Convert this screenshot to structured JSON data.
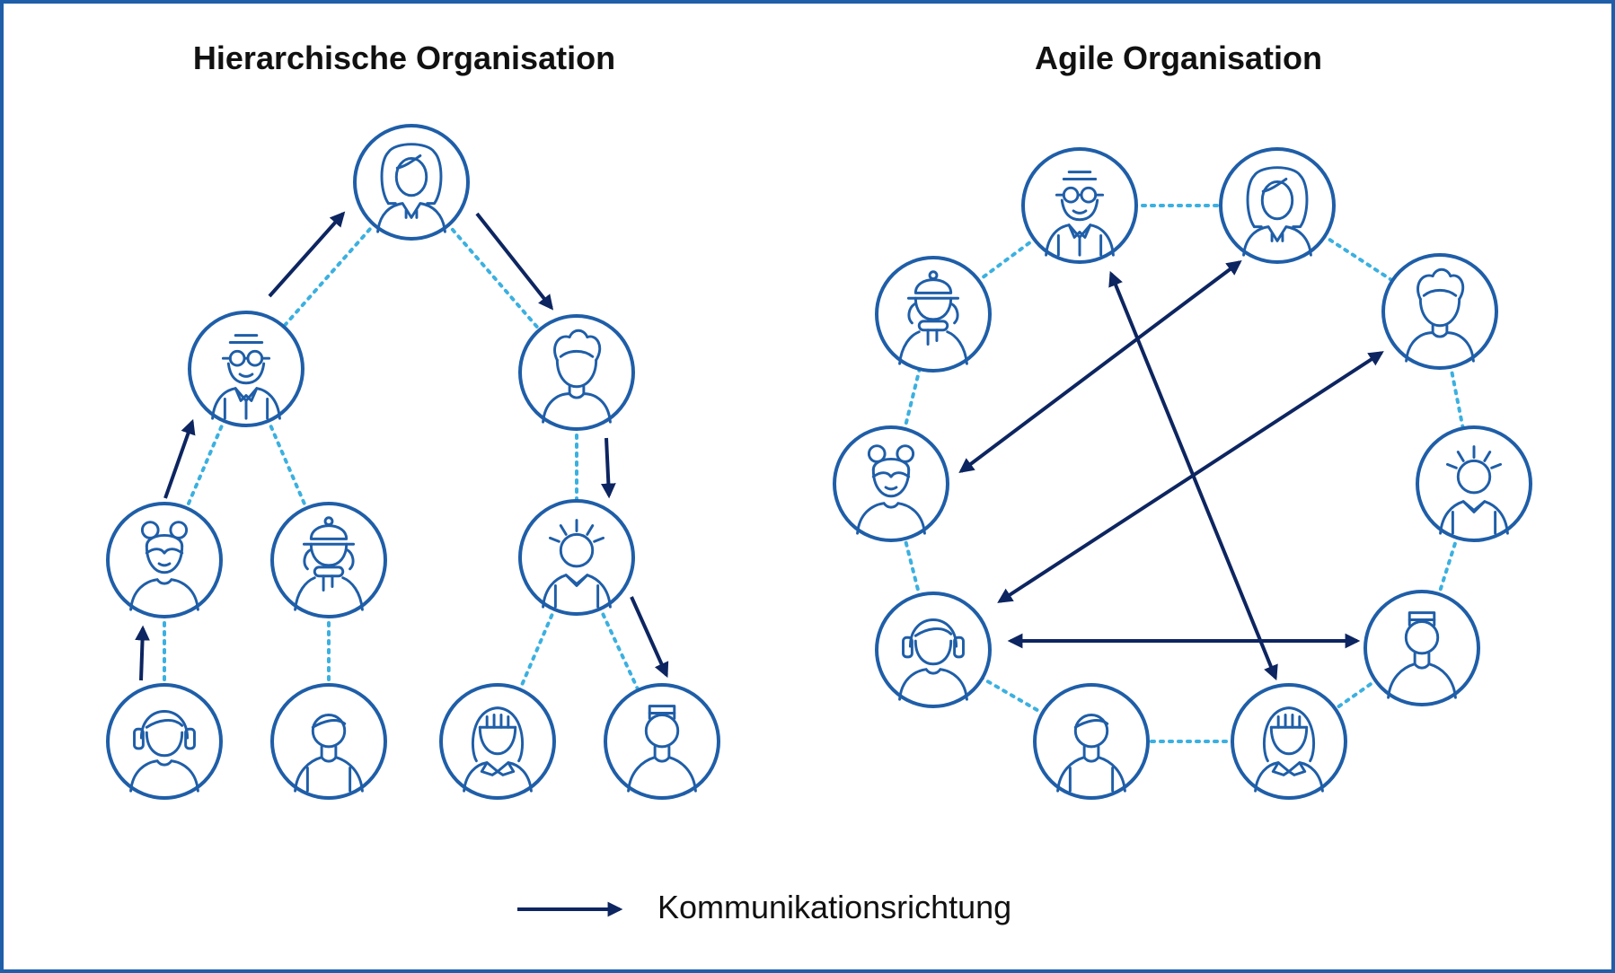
{
  "titles": {
    "hierarchical": "Hierarchische Organisation",
    "agile": "Agile Organisation"
  },
  "legend": {
    "label": "Kommunikationsrichtung"
  },
  "colors": {
    "frame": "#1f5ea8",
    "node": "#1f5ea8",
    "dotted": "#3bb0e0",
    "arrow": "#0d2560"
  },
  "people": {
    "hierarchical": [
      {
        "id": "h-top",
        "avatar": "woman-long-hair"
      },
      {
        "id": "h-glasses",
        "avatar": "man-glasses"
      },
      {
        "id": "h-curly",
        "avatar": "curly-hair"
      },
      {
        "id": "h-bun",
        "avatar": "woman-hair-bun"
      },
      {
        "id": "h-cap",
        "avatar": "child-cap-scarf"
      },
      {
        "id": "h-spiky",
        "avatar": "spiky-hair"
      },
      {
        "id": "h-headphones",
        "avatar": "person-headphones"
      },
      {
        "id": "h-short",
        "avatar": "short-hair-suspenders"
      },
      {
        "id": "h-bangs",
        "avatar": "woman-bangs"
      },
      {
        "id": "h-flat",
        "avatar": "flat-top"
      }
    ],
    "agile": [
      {
        "id": "a-glasses",
        "avatar": "man-glasses"
      },
      {
        "id": "a-woman",
        "avatar": "woman-long-hair"
      },
      {
        "id": "a-curly",
        "avatar": "curly-hair"
      },
      {
        "id": "a-spiky",
        "avatar": "spiky-hair"
      },
      {
        "id": "a-flat",
        "avatar": "flat-top"
      },
      {
        "id": "a-bangs",
        "avatar": "woman-bangs"
      },
      {
        "id": "a-short",
        "avatar": "short-hair-suspenders"
      },
      {
        "id": "a-headphones",
        "avatar": "person-headphones"
      },
      {
        "id": "a-bun",
        "avatar": "woman-hair-bun"
      },
      {
        "id": "a-cap",
        "avatar": "child-cap-scarf"
      }
    ]
  }
}
